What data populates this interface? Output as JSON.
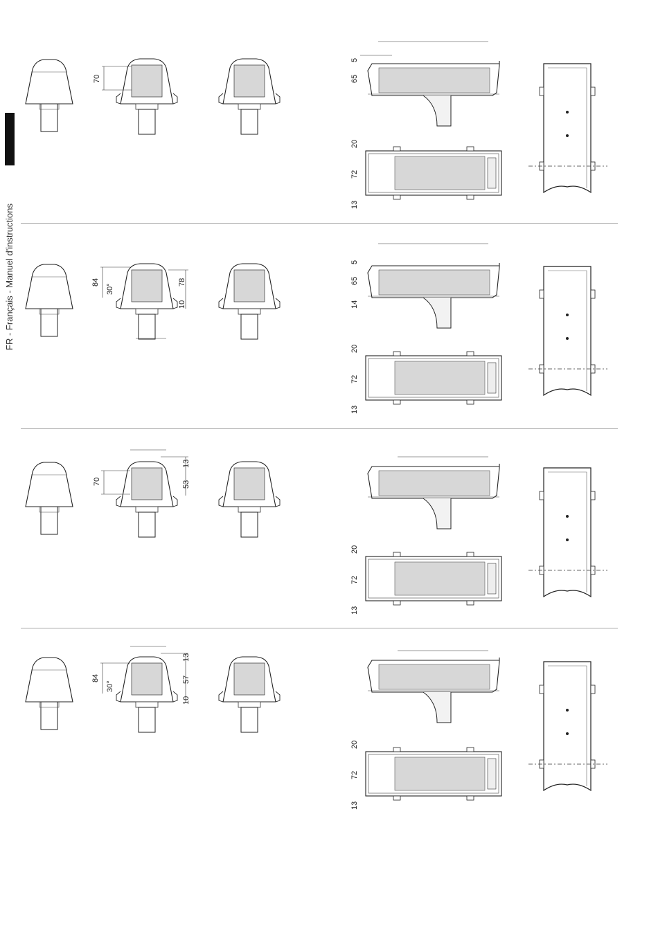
{
  "document": {
    "side_label": "FR - Français - Manuel d'instructions"
  },
  "rows": [
    {
      "front_dims": [
        "70"
      ],
      "side_dims": [
        "5",
        "65"
      ],
      "top_dims": [
        "20",
        "72",
        "13"
      ]
    },
    {
      "front_dims": [
        "84",
        "30°",
        "78",
        "10"
      ],
      "side_dims": [
        "5",
        "65",
        "14"
      ],
      "top_dims": [
        "20",
        "72",
        "13"
      ]
    },
    {
      "front_dims": [
        "70",
        "13",
        "53"
      ],
      "side_dims": [],
      "top_dims": [
        "20",
        "72",
        "13"
      ]
    },
    {
      "front_dims": [
        "84",
        "30°",
        "13",
        "57",
        "10"
      ],
      "side_dims": [],
      "top_dims": [
        "20",
        "72",
        "13"
      ]
    }
  ]
}
